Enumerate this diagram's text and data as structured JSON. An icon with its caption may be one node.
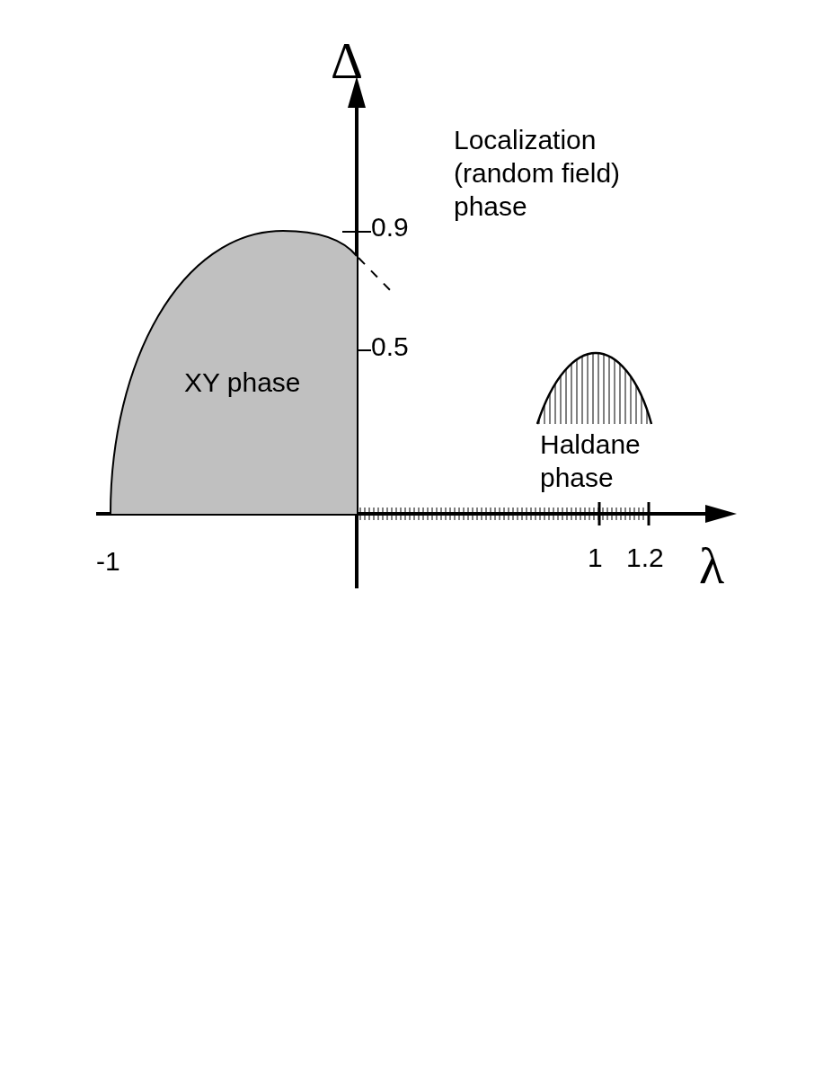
{
  "diagram": {
    "nodes": [
      {
        "text": [
          "XY phase"
        ]
      },
      {
        "text": [
          "Haldane phase"
        ]
      }
    ],
    "labels": [
      "Δ",
      "Localization (random field) phase",
      "0.9",
      "0.5",
      "-1",
      "1",
      "1.2",
      "λ"
    ]
  }
}
